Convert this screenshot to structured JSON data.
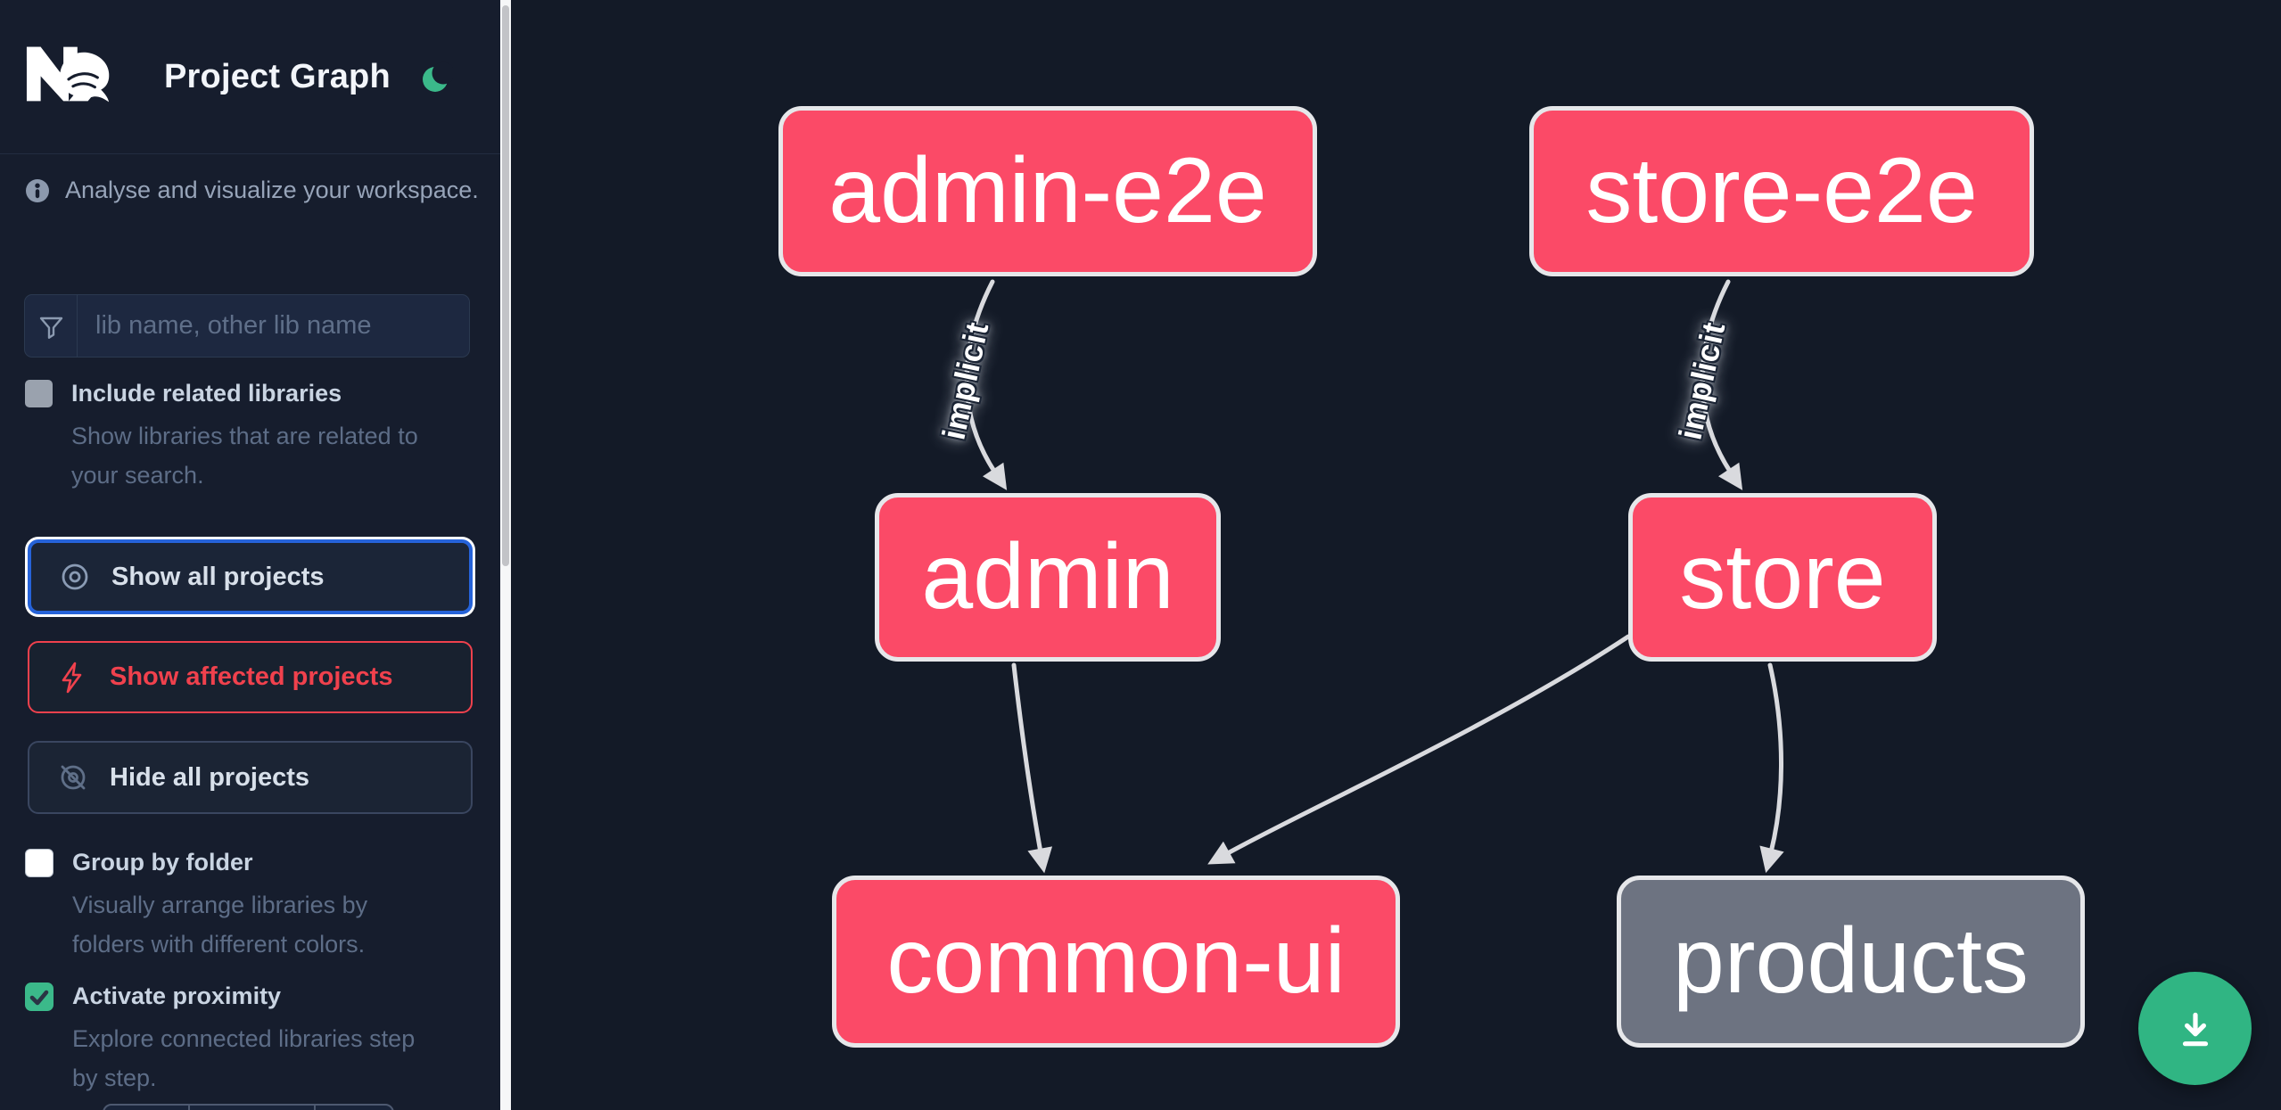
{
  "app": {
    "title": "Project Graph"
  },
  "sidebar": {
    "tagline": "Analyse and visualize your workspace.",
    "search": {
      "placeholder": "lib name, other lib name",
      "value": ""
    },
    "toggles": [
      {
        "label": "Include related libraries",
        "description_lines": [
          "Show libraries that are related to",
          "your search."
        ],
        "checked": false,
        "disabled": true
      },
      {
        "label": "Group by folder",
        "description_lines": [
          "Visually arrange libraries by",
          "folders with different colors."
        ],
        "checked": false,
        "disabled": false
      },
      {
        "label": "Activate proximity",
        "description_lines": [
          "Explore connected libraries step",
          "by step."
        ],
        "checked": true,
        "disabled": false
      }
    ],
    "actions": [
      {
        "label": "Show all projects",
        "icon": "eye-icon",
        "state": "focused"
      },
      {
        "label": "Show affected projects",
        "icon": "bolt-icon",
        "state": "affected"
      },
      {
        "label": "Hide all projects",
        "icon": "eye-off-icon",
        "state": "default"
      }
    ]
  },
  "graph": {
    "nodes": [
      {
        "label": "admin-e2e",
        "affected": true
      },
      {
        "label": "store-e2e",
        "affected": true
      },
      {
        "label": "admin",
        "affected": true
      },
      {
        "label": "store",
        "affected": true
      },
      {
        "label": "common-ui",
        "affected": true
      },
      {
        "label": "products",
        "affected": false
      }
    ],
    "edges": [
      {
        "from": "admin-e2e",
        "to": "admin",
        "label": "implicit"
      },
      {
        "from": "store-e2e",
        "to": "store",
        "label": "implicit"
      },
      {
        "from": "admin",
        "to": "common-ui",
        "label": ""
      },
      {
        "from": "store",
        "to": "common-ui",
        "label": ""
      },
      {
        "from": "store",
        "to": "products",
        "label": ""
      }
    ]
  },
  "fab": {
    "icon": "download-icon"
  },
  "colors": {
    "sidebar_bg": "#161d2d",
    "graph_bg": "#131a27",
    "node_affected": "#fb4a67",
    "node_unfocused": "#6d7381",
    "node_border": "#e6e7ea",
    "edge": "#d9dade",
    "accent_green": "#3bb98a",
    "focus_ring_blue": "#2663d9",
    "danger_red": "#f0414d",
    "fab_green": "#30b583"
  }
}
